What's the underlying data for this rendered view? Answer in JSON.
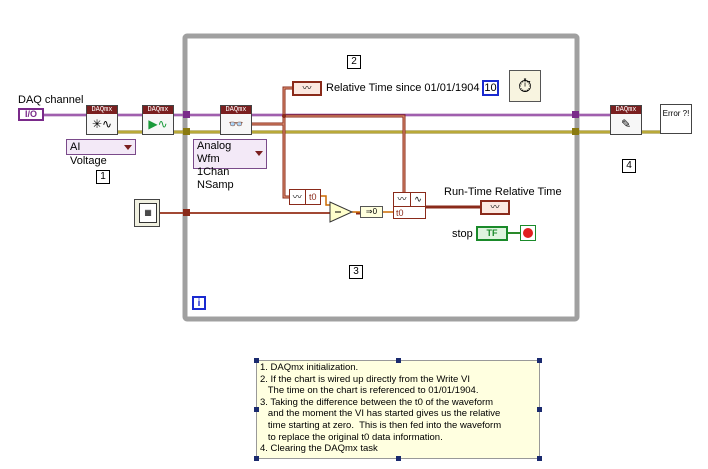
{
  "labels": {
    "daq_channel": "DAQ channel",
    "relative_time": "Relative Time since 01/01/1904",
    "run_time": "Run-Time Relative Time",
    "stop": "stop"
  },
  "channel_terminal": "I/O",
  "constant_value": "10",
  "t0_label": "t0",
  "daqmx_header": "DAQmx",
  "ai_voltage_ring": "AI Voltage",
  "read_selector": [
    "Analog Wfm",
    "1Chan NSamp"
  ],
  "stop_terminal": "TF",
  "error_handler": "Error ?!",
  "loop_index": "i",
  "step_numbers": [
    "1",
    "2",
    "3",
    "4"
  ],
  "comment_text": "1. DAQmx initialization.\n2. If the chart is wired up directly from the Write VI\n   The time on the chart is referenced to 01/01/1904.\n3. Taking the difference between the t0 of the waveform\n   and the moment the VI has started gives us the relative\n   time starting at zero.  This is then fed into the waveform\n   to replace the original t0 data information.\n4. Clearing the DAQmx task",
  "colors": {
    "task_wire": "#7a2a8a",
    "error_wire": "#8a7a10",
    "waveform_wire": "#8a2a1a",
    "dbl_wire": "#cc6a00",
    "loop_border": "#a0a0a0",
    "loop_index_border": "#1a2ad0"
  }
}
